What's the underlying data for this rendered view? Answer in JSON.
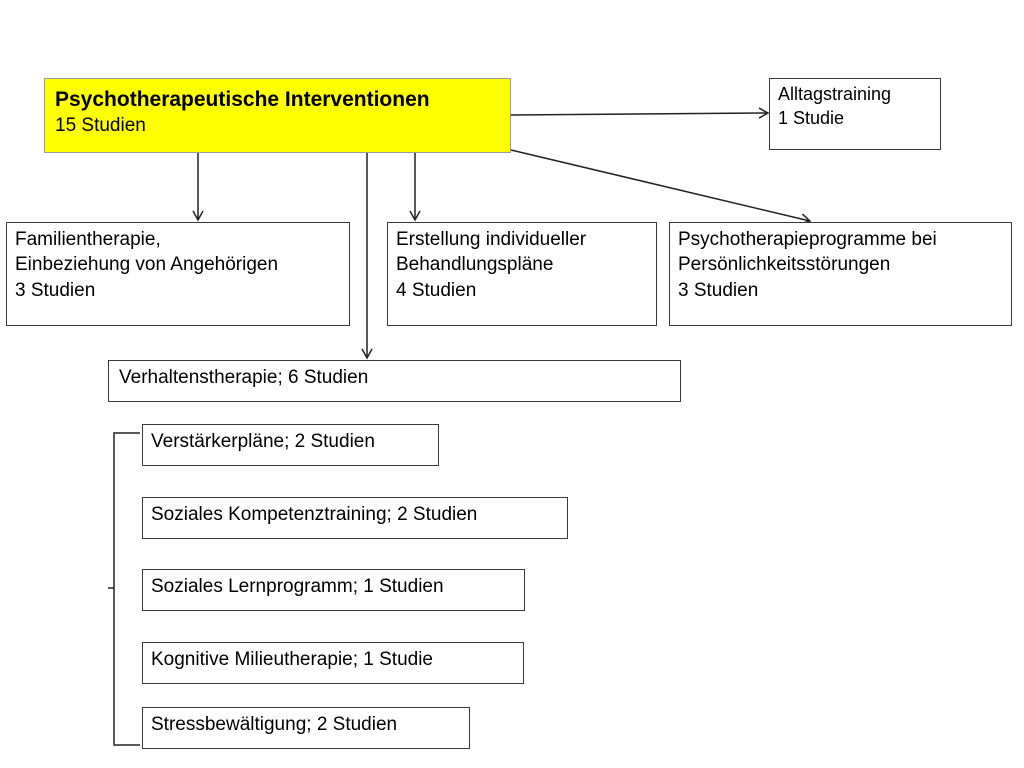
{
  "main": {
    "title": "Psychotherapeutische Interventionen",
    "count": "15 Studien"
  },
  "alltag": {
    "line1": "Alltagstraining",
    "line2": "1 Studie"
  },
  "familie": {
    "line1": "Familientherapie,",
    "line2": "Einbeziehung von Angehörigen",
    "line3": "3 Studien"
  },
  "erstellung": {
    "line1": "Erstellung individueller",
    "line2": "Behandlungspläne",
    "line3": "4 Studien"
  },
  "psychoprog": {
    "line1": "Psychotherapieprogramme bei",
    "line2": "Persönlichkeitsstörungen",
    "line3": "3 Studien"
  },
  "verhalten": {
    "label": "Verhaltenstherapie; 6 Studien"
  },
  "subitems": [
    "Verstärkerpläne; 2 Studien",
    "Soziales Kompetenztraining; 2 Studien",
    "Soziales Lernprogramm; 1 Studien",
    "Kognitive Milieutherapie; 1 Studie",
    "Stressbewältigung; 2 Studien"
  ]
}
